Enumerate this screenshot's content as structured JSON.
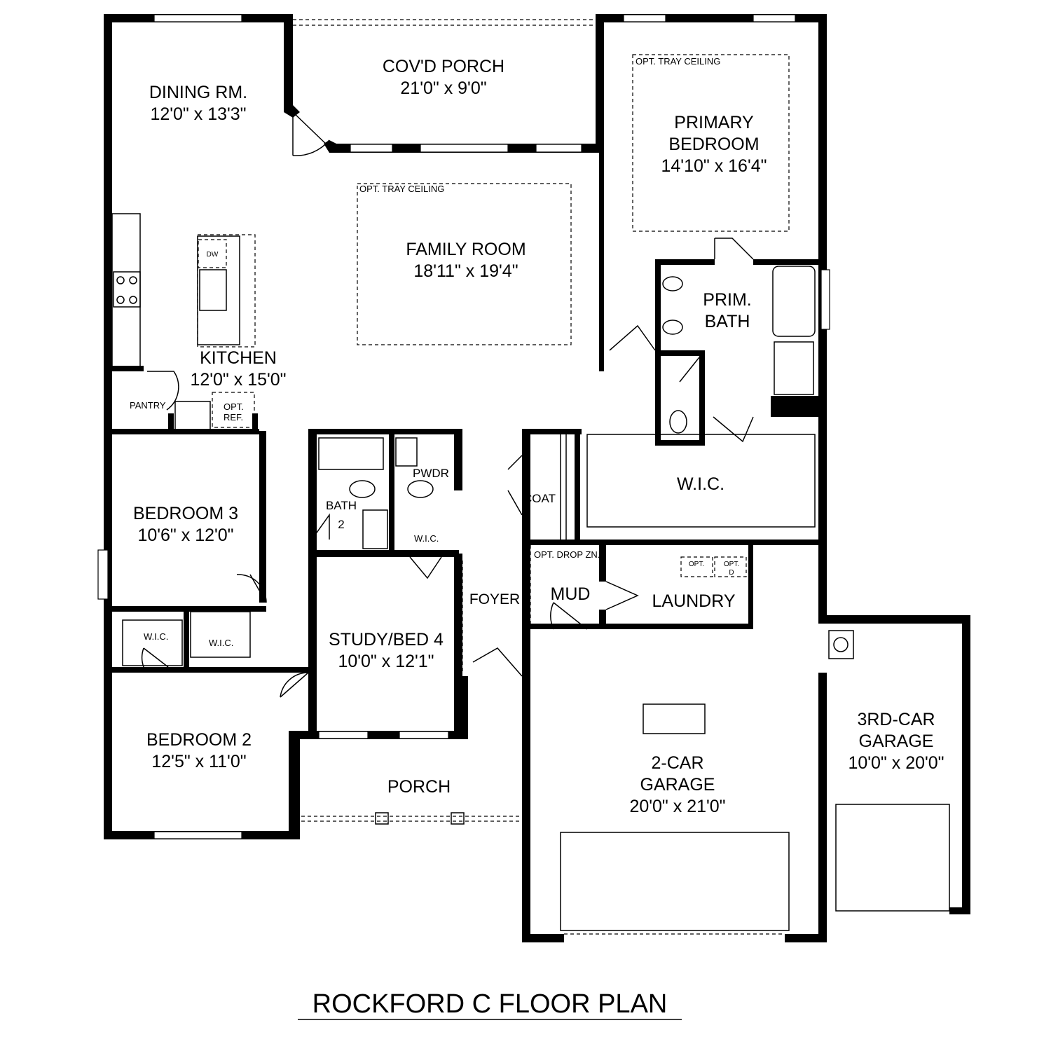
{
  "title": "ROCKFORD C FLOOR PLAN",
  "rooms": {
    "dining": {
      "name": "DINING RM.",
      "size": "12'0\" x 13'3\""
    },
    "covd_porch": {
      "name": "COV'D PORCH",
      "size": "21'0\" x 9'0\""
    },
    "primary_bedroom": {
      "name1": "PRIMARY",
      "name2": "BEDROOM",
      "size": "14'10\" x 16'4\""
    },
    "family_room": {
      "name": "FAMILY ROOM",
      "size": "18'11\" x 19'4\""
    },
    "prim_bath": {
      "name1": "PRIM.",
      "name2": "BATH"
    },
    "kitchen": {
      "name": "KITCHEN",
      "size": "12'0\" x 15'0\""
    },
    "pantry": {
      "name": "PANTRY"
    },
    "wic_primary": {
      "name": "W.I.C."
    },
    "coat": {
      "name": "COAT"
    },
    "pwdr": {
      "name": "PWDR"
    },
    "bath2": {
      "name1": "BATH",
      "name2": "2"
    },
    "wic_study": {
      "name": "W.I.C."
    },
    "bedroom3": {
      "name": "BEDROOM 3",
      "size": "10'6\" x 12'0\""
    },
    "wic_bed2": {
      "name": "W.I.C."
    },
    "wic_bed3": {
      "name": "W.I.C."
    },
    "study": {
      "name": "STUDY/BED 4",
      "size": "10'0\" x 12'1\""
    },
    "foyer": {
      "name": "FOYER"
    },
    "mud": {
      "name": "MUD"
    },
    "laundry": {
      "name": "LAUNDRY"
    },
    "bedroom2": {
      "name": "BEDROOM 2",
      "size": "12'5\" x 11'0\""
    },
    "porch": {
      "name": "PORCH"
    },
    "garage2": {
      "name1": "2-CAR",
      "name2": "GARAGE",
      "size": "20'0\" x 21'0\""
    },
    "garage3": {
      "name1": "3RD-CAR",
      "name2": "GARAGE",
      "size": "10'0\" x 20'0\""
    }
  },
  "annotations": {
    "tray_primary": "OPT. TRAY CEILING",
    "tray_family": "OPT. TRAY CEILING",
    "dw": "DW",
    "opt_ref_1": "OPT.",
    "opt_ref_2": "REF.",
    "drop_zone": "OPT. DROP ZN.",
    "opt_washer": "OPT.",
    "opt_dryer_1": "OPT.",
    "opt_dryer_2": "D"
  }
}
